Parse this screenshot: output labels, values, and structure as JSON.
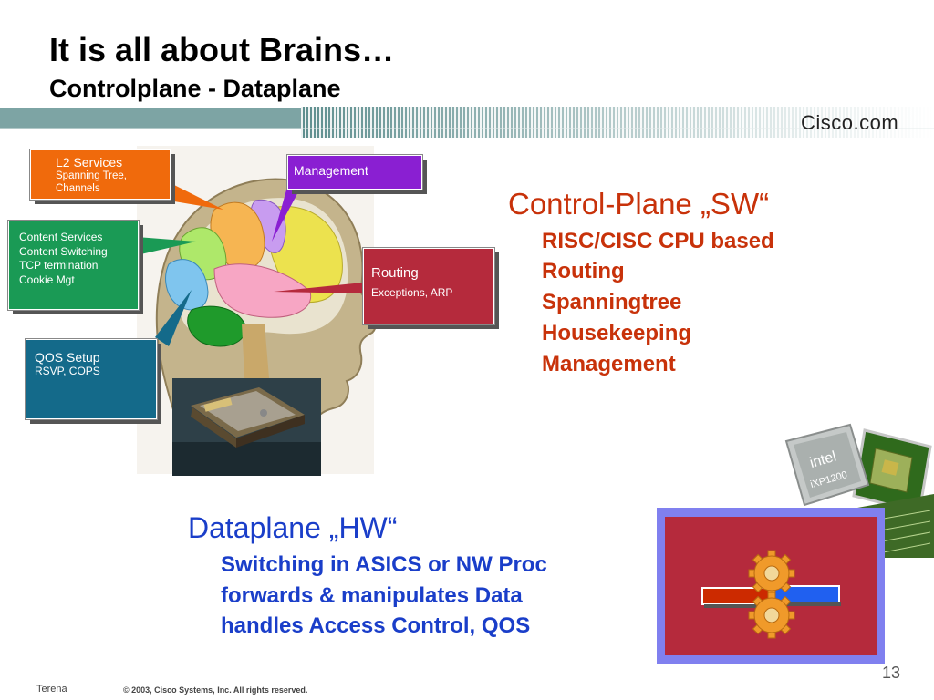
{
  "slide": {
    "title": "It is all about Brains…",
    "subtitle": "Controlplane - Dataplane",
    "logo": "Cisco.com",
    "page_number": "13"
  },
  "callouts": {
    "l2": {
      "heading": "L2 Services",
      "lines": [
        "Spanning Tree,",
        "Channels"
      ],
      "color": "#f06a0c"
    },
    "content": {
      "lines": [
        "Content Services",
        "Content Switching",
        "TCP termination",
        "Cookie Mgt"
      ],
      "color": "#1a9a55"
    },
    "management": {
      "heading": "Management",
      "color": "#8a1fd2"
    },
    "routing": {
      "heading": "Routing",
      "sub": "Exceptions, ARP",
      "color": "#b52a3c"
    },
    "qos": {
      "heading": "QOS Setup",
      "sub": "RSVP, COPS",
      "color": "#146a8a"
    }
  },
  "control_plane": {
    "heading": "Control-Plane „SW“",
    "items": [
      "RISC/CISC CPU based",
      "Routing",
      "Spanningtree",
      "Housekeeping",
      "Management"
    ]
  },
  "data_plane": {
    "heading": "Dataplane „HW“",
    "items": [
      "Switching in ASICS or NW Proc",
      "forwards & manipulates Data",
      "handles Access Control, QOS"
    ]
  },
  "chips": {
    "intel_label_1": "intel",
    "intel_label_2": "iXP1200"
  },
  "footer": {
    "left": "Terena",
    "copyright": "© 2003, Cisco Systems, Inc. All rights reserved."
  }
}
